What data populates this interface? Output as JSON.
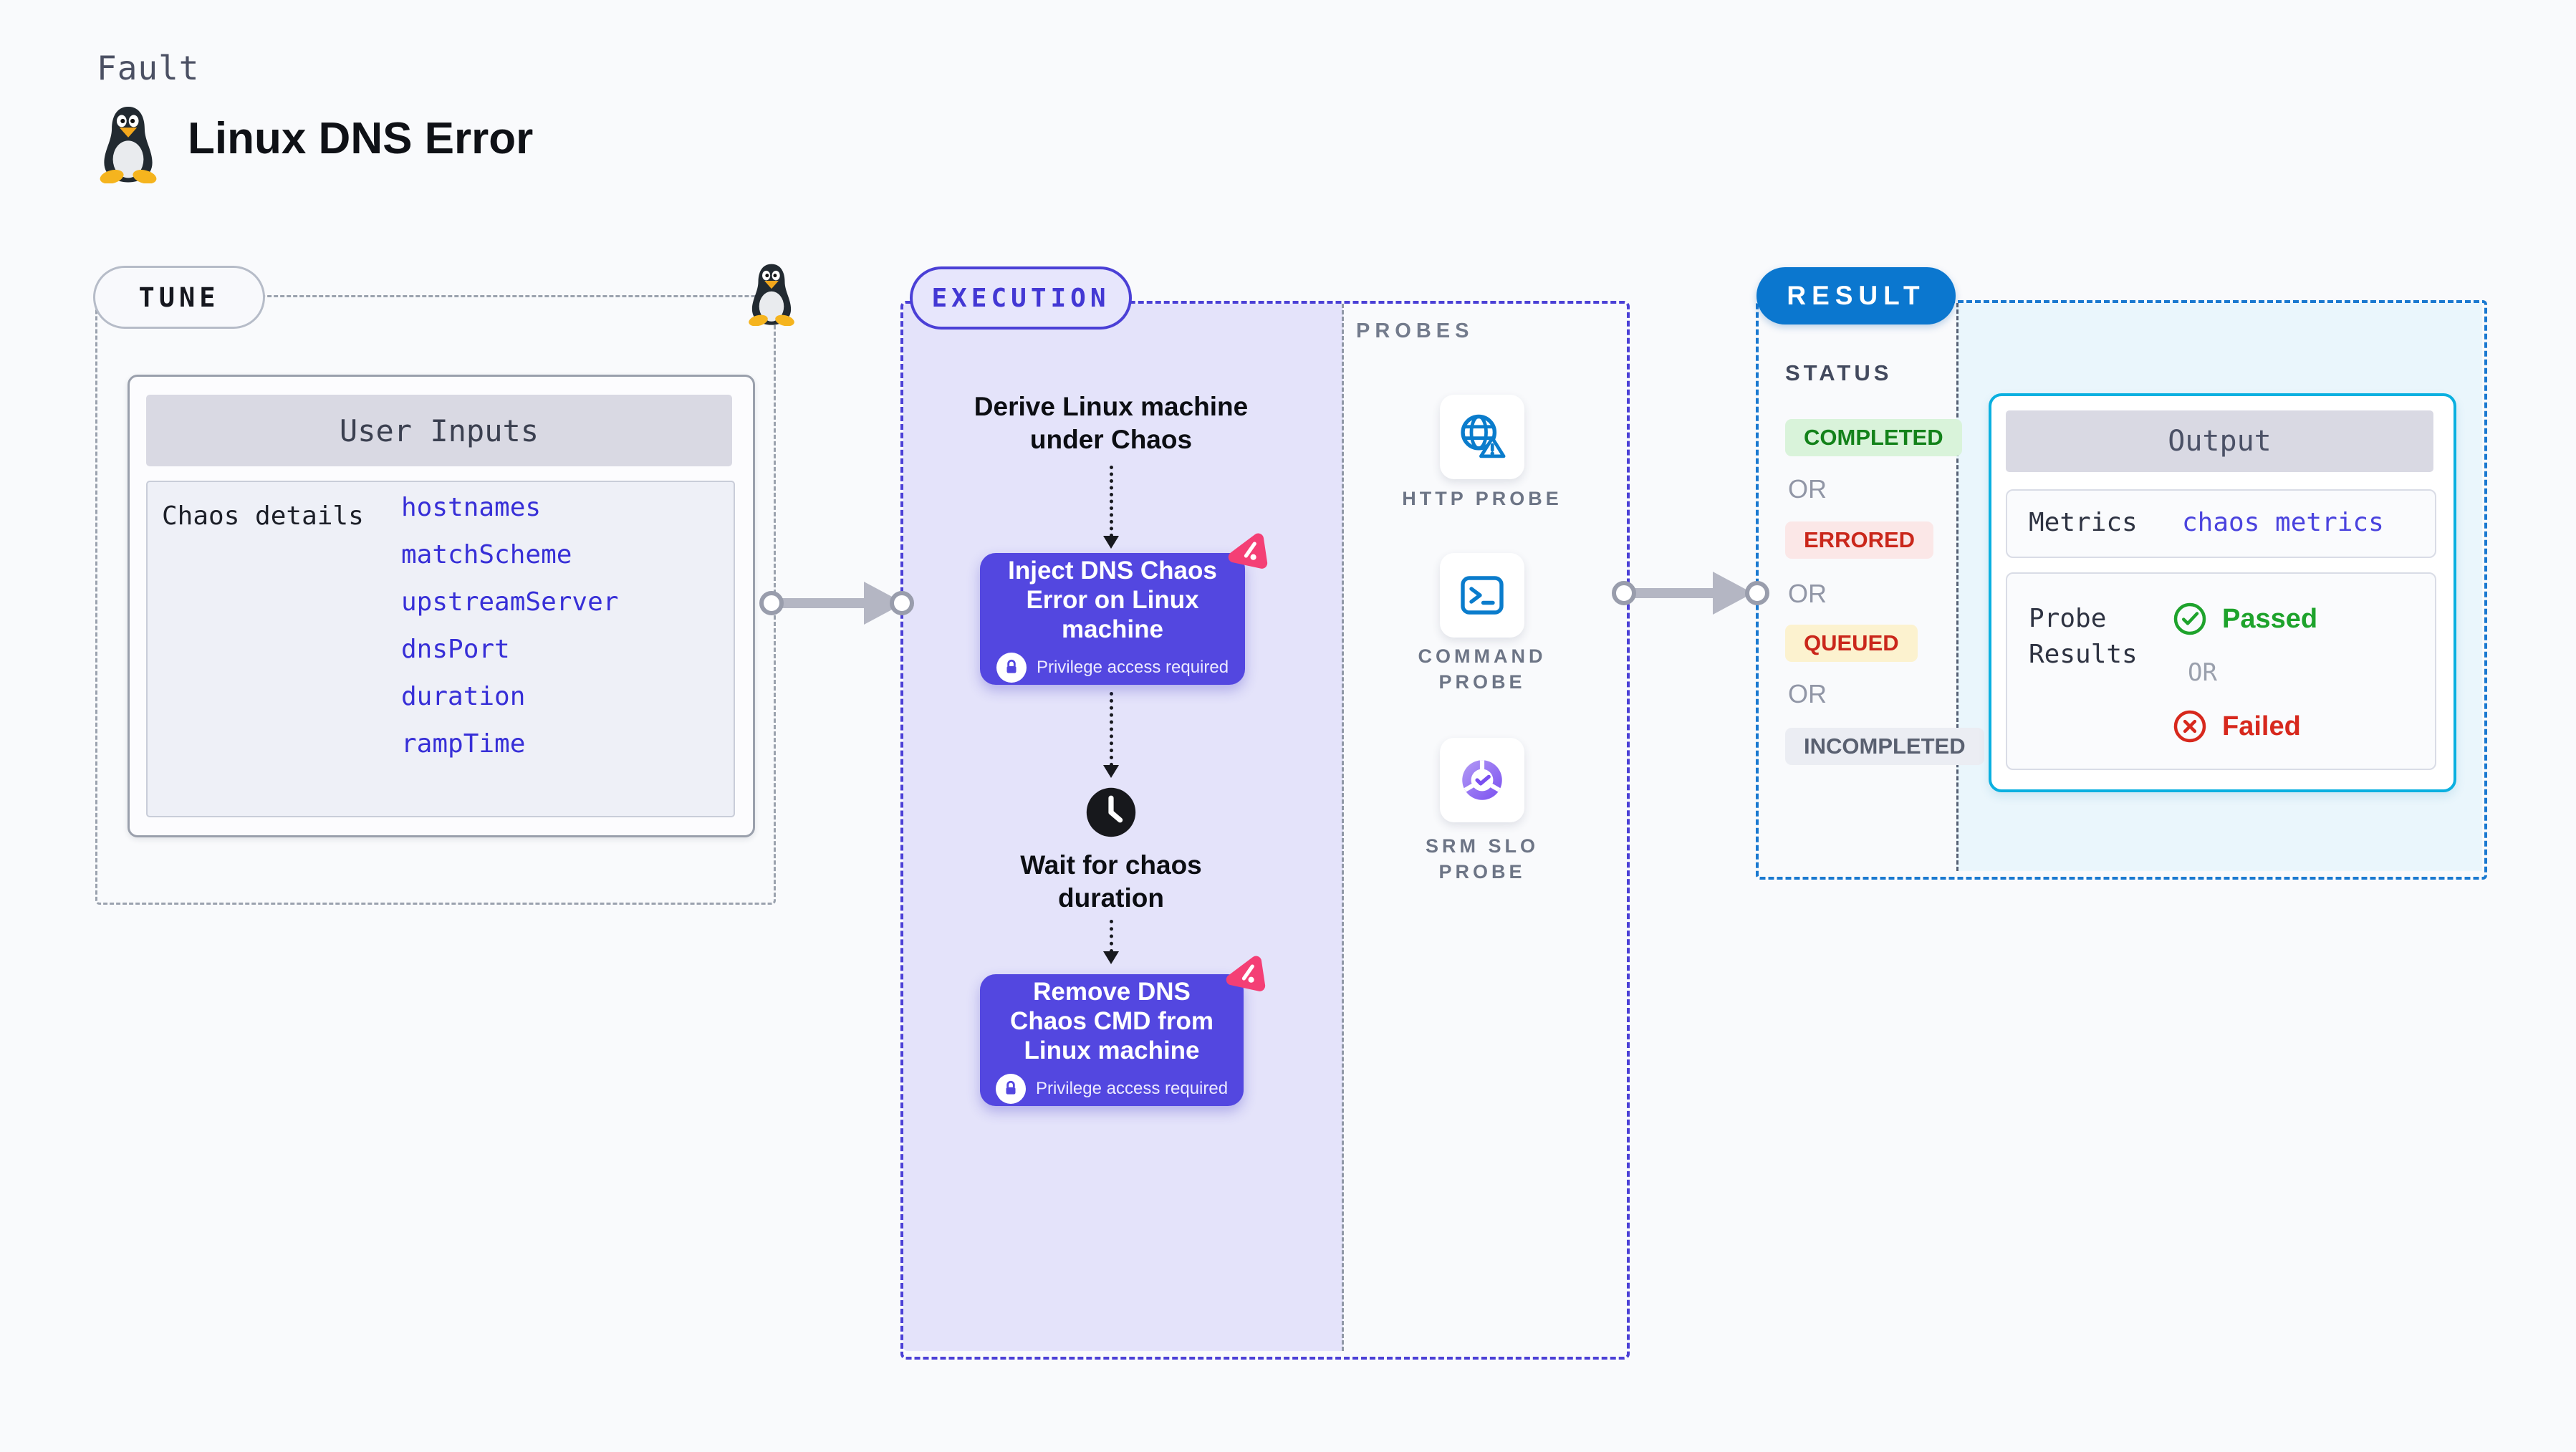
{
  "page": {
    "kind_label": "Fault",
    "title": "Linux DNS Error",
    "background": "#f9fafc"
  },
  "tune": {
    "badge": "TUNE",
    "inputs_panel": {
      "title": "User Inputs",
      "group_label": "Chaos details",
      "params": [
        "hostnames",
        "matchScheme",
        "upstreamServer",
        "dnsPort",
        "duration",
        "rampTime"
      ],
      "param_color": "#372fd7"
    }
  },
  "execution": {
    "badge": "EXECUTION",
    "accent": "#4b40d6",
    "zone_fill": "#e4e3fa",
    "node_color": "#5347e0",
    "steps": {
      "derive": "Derive Linux machine under Chaos",
      "inject": "Inject DNS Chaos Error on Linux machine",
      "wait": "Wait for chaos duration",
      "remove": "Remove DNS Chaos CMD from Linux machine"
    },
    "privilege_note": "Privilege access required",
    "probes": {
      "label": "PROBES",
      "items": [
        {
          "label": "HTTP PROBE",
          "icon": "globe-alert-icon"
        },
        {
          "label": "COMMAND PROBE",
          "icon": "terminal-icon"
        },
        {
          "label": "SRM SLO PROBE",
          "icon": "slo-donut-icon"
        }
      ]
    }
  },
  "result": {
    "badge": "RESULT",
    "badge_color": "#0b77cf",
    "status_label": "STATUS",
    "or_label": "OR",
    "statuses": [
      {
        "label": "COMPLETED",
        "bg": "#d9f3da",
        "color": "#13821a"
      },
      {
        "label": "ERRORED",
        "bg": "#fbe7e7",
        "color": "#ca271b"
      },
      {
        "label": "QUEUED",
        "bg": "#fcf2cf",
        "color": "#ca271b"
      },
      {
        "label": "INCOMPLETED",
        "bg": "#ebedf3",
        "color": "#596070"
      }
    ],
    "output": {
      "title": "Output",
      "metrics_label": "Metrics",
      "metrics_link": "chaos metrics",
      "probe_results_label": "Probe Results",
      "passed_label": "Passed",
      "failed_label": "Failed",
      "passed_color": "#1ea32c",
      "failed_color": "#d7281d",
      "card_border": "#0ab0e0"
    }
  }
}
